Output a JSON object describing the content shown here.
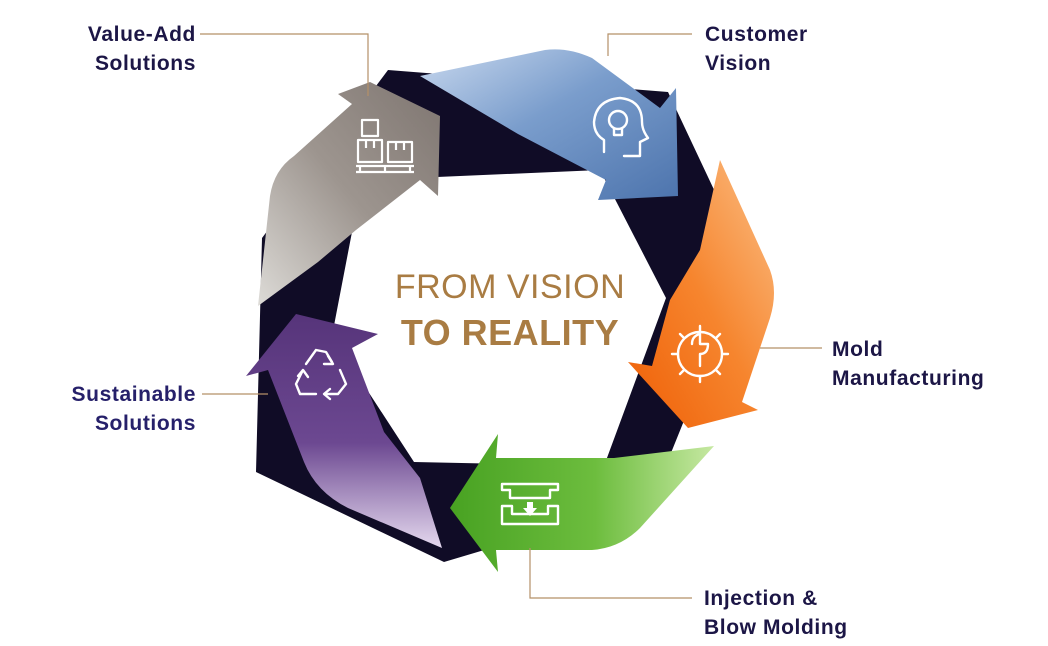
{
  "center": {
    "line1": "FROM VISION",
    "line2": "TO REALITY"
  },
  "stages": [
    {
      "id": "customer-vision",
      "line1": "Customer",
      "line2": "Vision",
      "color": "#5f87bd",
      "icon": "lightbulb-head-icon"
    },
    {
      "id": "mold-manufacturing",
      "line1": "Mold",
      "line2": "Manufacturing",
      "color": "#f26b0f",
      "icon": "gear-wrench-icon"
    },
    {
      "id": "injection-blow-molding",
      "line1": "Injection &",
      "line2": "Blow Molding",
      "color": "#53ac2b",
      "icon": "mold-tray-icon"
    },
    {
      "id": "sustainable-solutions",
      "line1": "Sustainable",
      "line2": "Solutions",
      "color": "#5e3b82",
      "icon": "recycle-icon"
    },
    {
      "id": "value-add-solutions",
      "line1": "Value-Add",
      "line2": "Solutions",
      "color": "#8a817c",
      "icon": "boxes-pallet-icon"
    }
  ],
  "colors": {
    "ring_dark": "#100c26",
    "leader_line": "#b59068",
    "center_text": "#a97c43",
    "label_dark": "#1c1646",
    "label_navy": "#26206a"
  }
}
